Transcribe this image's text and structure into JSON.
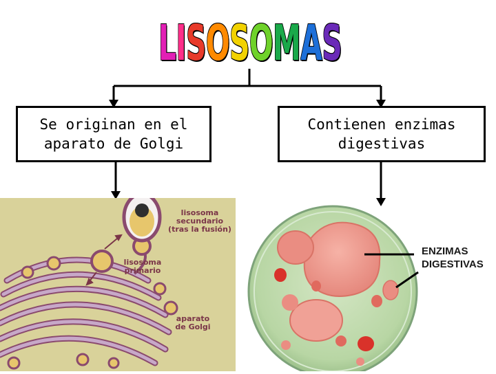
{
  "title": {
    "text": "LISOSOMAS",
    "letter_colors": [
      "#e21fb5",
      "#ff2e8a",
      "#e83a2a",
      "#ff8a00",
      "#f2d200",
      "#6fd22a",
      "#1aa94a",
      "#1d6fd8",
      "#6a2ab8"
    ]
  },
  "boxes": {
    "left": {
      "text": "Se originan en el\naparato de Golgi"
    },
    "right": {
      "text": "Contienen enzimas\ndigestivas"
    }
  },
  "golgi_figure": {
    "label_secondary": "lisosoma\nsecundario\n(tras la fusión)",
    "label_primary": "lisosoma\nprimario",
    "label_golgi": "aparato\nde Golgi"
  },
  "cell_figure": {
    "label": "ENZIMAS\nDIGESTIVAS"
  },
  "colors": {
    "golgi_bg": "#d9d29a",
    "golgi_membrane": "#8a4a6e",
    "cell_fill": "#b8d6a4",
    "vacuole": "#e98c80"
  }
}
